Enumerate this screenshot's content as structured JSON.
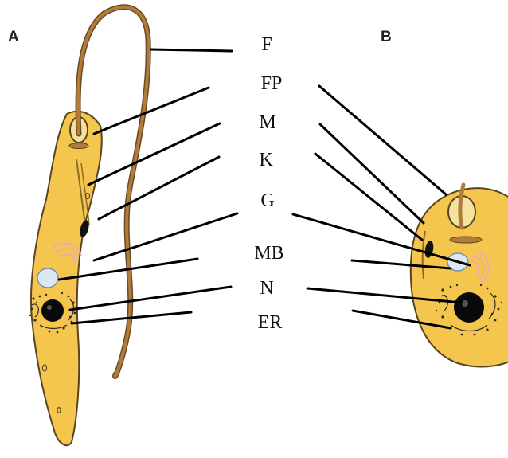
{
  "panels": {
    "a": "A",
    "b": "B"
  },
  "labels": [
    "F",
    "FP",
    "M",
    "K",
    "G",
    "MB",
    "N",
    "ER"
  ],
  "colors": {
    "cell_fill": "#f4c64e",
    "cell_outline": "#5a4320",
    "flagellum": "#b07c3c",
    "flagellum_edge": "#6b4a22",
    "nucleus": "#0a0a0a",
    "golgi": "#f0b4b8",
    "microbody": "#dbe9f5",
    "leader_line": "#000000"
  }
}
